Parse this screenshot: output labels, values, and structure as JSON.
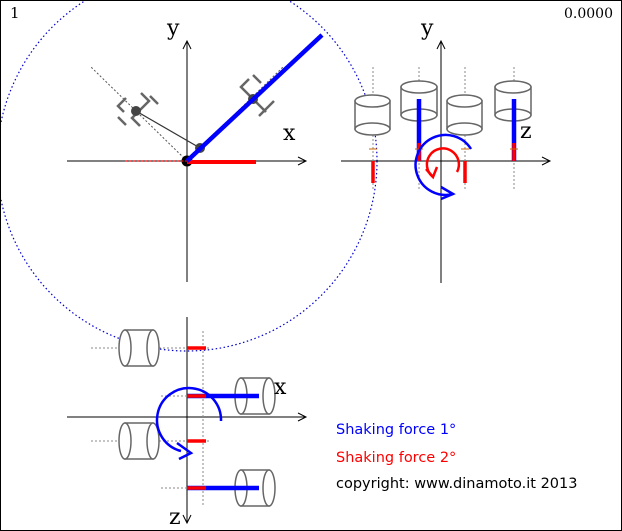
{
  "frame_label": "1",
  "time_readout": "0.0000",
  "axes": {
    "front_view": {
      "y": "y",
      "x": "x"
    },
    "side_view": {
      "y": "y",
      "z": "z"
    },
    "top_view": {
      "x": "x",
      "z": "z"
    }
  },
  "legend": {
    "first_order": {
      "label": "Shaking force 1°",
      "color": "#0000ff"
    },
    "second_order": {
      "label": "Shaking force 2°",
      "color": "#ff0000"
    }
  },
  "copyright": "copyright: www.dinamoto.it 2013",
  "colors": {
    "axis": "#000000",
    "engine_parts": "#666666",
    "first_order": "#0000ff",
    "second_order": "#ff0000",
    "orbit": "#0000cc"
  }
}
